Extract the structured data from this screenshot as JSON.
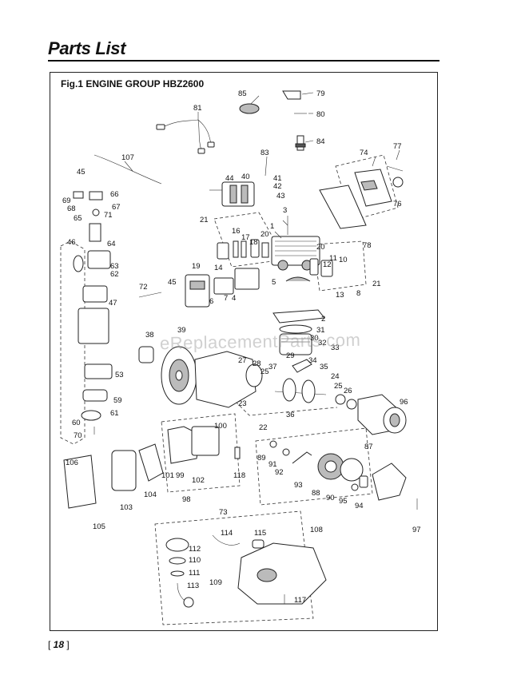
{
  "header": {
    "title": "Parts List"
  },
  "figure": {
    "title": "Fig.1 ENGINE GROUP HBZ2600",
    "watermark": "eReplacementParts.com",
    "callouts": [
      {
        "id": "c1",
        "label": "1"
      },
      {
        "id": "c2",
        "label": "2"
      },
      {
        "id": "c3",
        "label": "3"
      },
      {
        "id": "c4",
        "label": "4"
      },
      {
        "id": "c5",
        "label": "5"
      },
      {
        "id": "c6",
        "label": "6"
      },
      {
        "id": "c7",
        "label": "7"
      },
      {
        "id": "c8",
        "label": "8"
      },
      {
        "id": "c10",
        "label": "10"
      },
      {
        "id": "c11",
        "label": "11"
      },
      {
        "id": "c12",
        "label": "12"
      },
      {
        "id": "c13",
        "label": "13"
      },
      {
        "id": "c14",
        "label": "14"
      },
      {
        "id": "c16",
        "label": "16"
      },
      {
        "id": "c17",
        "label": "17"
      },
      {
        "id": "c18",
        "label": "18"
      },
      {
        "id": "c19",
        "label": "19"
      },
      {
        "id": "c20a",
        "label": "20"
      },
      {
        "id": "c20b",
        "label": "20"
      },
      {
        "id": "c21a",
        "label": "21"
      },
      {
        "id": "c21b",
        "label": "21"
      },
      {
        "id": "c22",
        "label": "22"
      },
      {
        "id": "c23",
        "label": "23"
      },
      {
        "id": "c24",
        "label": "24"
      },
      {
        "id": "c25a",
        "label": "25"
      },
      {
        "id": "c25b",
        "label": "25"
      },
      {
        "id": "c26",
        "label": "26"
      },
      {
        "id": "c27",
        "label": "27"
      },
      {
        "id": "c28",
        "label": "28"
      },
      {
        "id": "c29",
        "label": "29"
      },
      {
        "id": "c30",
        "label": "30"
      },
      {
        "id": "c31",
        "label": "31"
      },
      {
        "id": "c32",
        "label": "32"
      },
      {
        "id": "c33",
        "label": "33"
      },
      {
        "id": "c34",
        "label": "34"
      },
      {
        "id": "c35",
        "label": "35"
      },
      {
        "id": "c36",
        "label": "36"
      },
      {
        "id": "c37",
        "label": "37"
      },
      {
        "id": "c38",
        "label": "38"
      },
      {
        "id": "c39",
        "label": "39"
      },
      {
        "id": "c40",
        "label": "40"
      },
      {
        "id": "c41",
        "label": "41"
      },
      {
        "id": "c42",
        "label": "42"
      },
      {
        "id": "c43",
        "label": "43"
      },
      {
        "id": "c44",
        "label": "44"
      },
      {
        "id": "c45a",
        "label": "45"
      },
      {
        "id": "c45b",
        "label": "45"
      },
      {
        "id": "c46",
        "label": "46"
      },
      {
        "id": "c47",
        "label": "47"
      },
      {
        "id": "c53",
        "label": "53"
      },
      {
        "id": "c59",
        "label": "59"
      },
      {
        "id": "c60",
        "label": "60"
      },
      {
        "id": "c61",
        "label": "61"
      },
      {
        "id": "c62",
        "label": "62"
      },
      {
        "id": "c63",
        "label": "63"
      },
      {
        "id": "c64",
        "label": "64"
      },
      {
        "id": "c65",
        "label": "65"
      },
      {
        "id": "c66",
        "label": "66"
      },
      {
        "id": "c67",
        "label": "67"
      },
      {
        "id": "c68",
        "label": "68"
      },
      {
        "id": "c69",
        "label": "69"
      },
      {
        "id": "c70",
        "label": "70"
      },
      {
        "id": "c71",
        "label": "71"
      },
      {
        "id": "c72",
        "label": "72"
      },
      {
        "id": "c73",
        "label": "73"
      },
      {
        "id": "c74",
        "label": "74"
      },
      {
        "id": "c76",
        "label": "76"
      },
      {
        "id": "c77",
        "label": "77"
      },
      {
        "id": "c78",
        "label": "78"
      },
      {
        "id": "c79",
        "label": "79"
      },
      {
        "id": "c80",
        "label": "80"
      },
      {
        "id": "c81",
        "label": "81"
      },
      {
        "id": "c83",
        "label": "83"
      },
      {
        "id": "c84",
        "label": "84"
      },
      {
        "id": "c85",
        "label": "85"
      },
      {
        "id": "c87",
        "label": "87"
      },
      {
        "id": "c88",
        "label": "88"
      },
      {
        "id": "c89",
        "label": "89"
      },
      {
        "id": "c90",
        "label": "90"
      },
      {
        "id": "c91",
        "label": "91"
      },
      {
        "id": "c92",
        "label": "92"
      },
      {
        "id": "c93",
        "label": "93"
      },
      {
        "id": "c94",
        "label": "94"
      },
      {
        "id": "c95",
        "label": "95"
      },
      {
        "id": "c96",
        "label": "96"
      },
      {
        "id": "c97",
        "label": "97"
      },
      {
        "id": "c98",
        "label": "98"
      },
      {
        "id": "c99",
        "label": "99"
      },
      {
        "id": "c100",
        "label": "100"
      },
      {
        "id": "c101",
        "label": "101"
      },
      {
        "id": "c102",
        "label": "102"
      },
      {
        "id": "c103",
        "label": "103"
      },
      {
        "id": "c104",
        "label": "104"
      },
      {
        "id": "c105",
        "label": "105"
      },
      {
        "id": "c106",
        "label": "106"
      },
      {
        "id": "c107",
        "label": "107"
      },
      {
        "id": "c108",
        "label": "108"
      },
      {
        "id": "c109",
        "label": "109"
      },
      {
        "id": "c110",
        "label": "110"
      },
      {
        "id": "c111",
        "label": "111"
      },
      {
        "id": "c112",
        "label": "112"
      },
      {
        "id": "c113",
        "label": "113"
      },
      {
        "id": "c114",
        "label": "114"
      },
      {
        "id": "c115",
        "label": "115"
      },
      {
        "id": "c117",
        "label": "117"
      },
      {
        "id": "c118",
        "label": "118"
      }
    ]
  },
  "footer": {
    "page_number": "18"
  }
}
